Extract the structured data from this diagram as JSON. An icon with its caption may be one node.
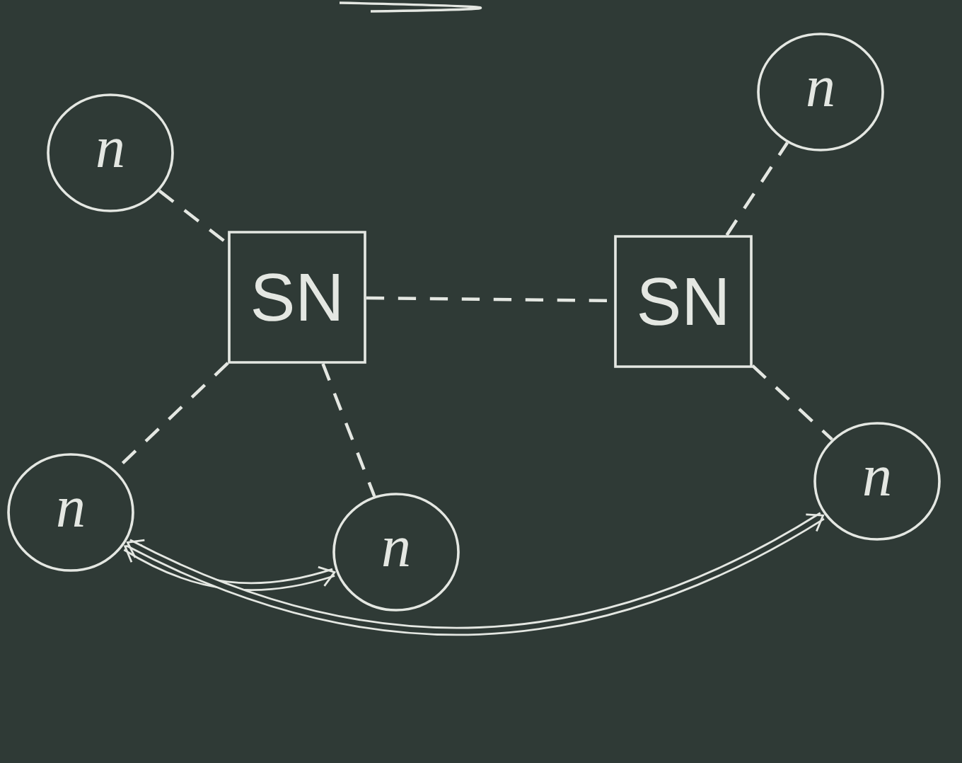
{
  "diagram": {
    "nodes": [
      {
        "text": [
          "n"
        ]
      },
      {
        "text": [
          "SN"
        ]
      },
      {
        "text": [
          "SN"
        ]
      },
      {
        "text": [
          "n"
        ]
      },
      {
        "text": [
          "n"
        ]
      },
      {
        "text": [
          "n"
        ]
      },
      {
        "text": [
          "n"
        ]
      }
    ],
    "edges": [
      {
        "from": 0,
        "to": 1,
        "arrow": "none",
        "style": "dashed"
      },
      {
        "from": 1,
        "to": 2,
        "arrow": "none",
        "style": "dashed"
      },
      {
        "from": 2,
        "to": 3,
        "arrow": "none",
        "style": "dashed"
      },
      {
        "from": 1,
        "to": 4,
        "arrow": "none",
        "style": "dashed"
      },
      {
        "from": 1,
        "to": 5,
        "arrow": "none",
        "style": "dashed"
      },
      {
        "from": 2,
        "to": 6,
        "arrow": "none",
        "style": "dashed"
      },
      {
        "from": 4,
        "to": 5,
        "arrow": "both",
        "style": "thick"
      },
      {
        "from": 4,
        "to": 6,
        "arrow": "both",
        "style": "thick"
      }
    ]
  }
}
